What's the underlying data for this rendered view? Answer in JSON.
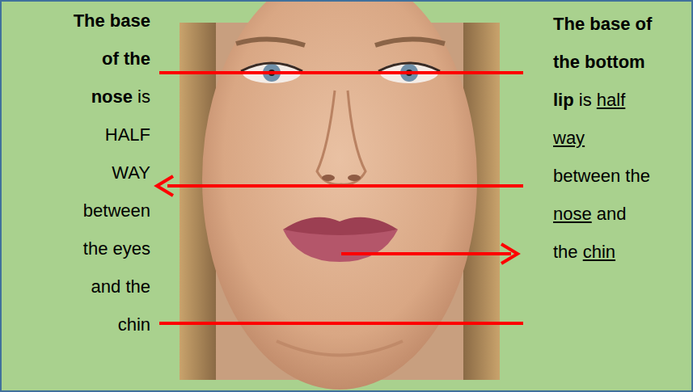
{
  "diagram": {
    "labels": [
      "The base of the nose",
      "is HALF WAY between the eyes and the chin",
      "The base of the bottom lip",
      "is",
      "half way",
      "between the",
      "nose",
      "and the",
      "chin"
    ]
  }
}
